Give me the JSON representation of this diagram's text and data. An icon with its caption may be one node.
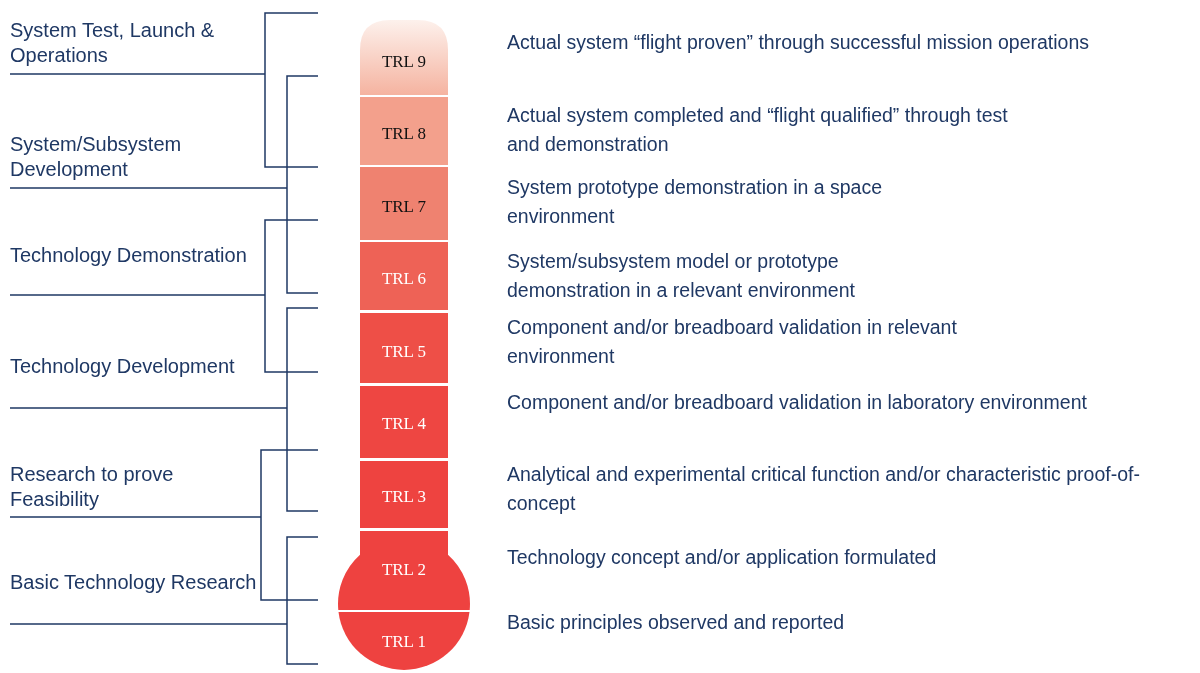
{
  "diagram": {
    "nodes": [
      {
        "text": [
          "TRL 9"
        ],
        "beside": [
          "Actual system “flight proven” through successful mission operations"
        ]
      },
      {
        "text": [
          "TRL 8"
        ],
        "beside": [
          "Actual system completed and “flight qualified” through test and demonstration"
        ]
      },
      {
        "text": [
          "TRL 7"
        ],
        "beside": [
          "System prototype demonstration in a space environment"
        ]
      },
      {
        "text": [
          "TRL 6"
        ],
        "beside": [
          "System/subsystem model or prototype demonstration in a relevant environment"
        ]
      },
      {
        "text": [
          "TRL 5"
        ],
        "beside": [
          "Component and/or breadboard validation in relevant environment"
        ]
      },
      {
        "text": [
          "TRL 4"
        ],
        "beside": [
          "Component and/or breadboard validation in laboratory environment"
        ]
      },
      {
        "text": [
          "TRL 3"
        ],
        "beside": [
          "Analytical and experimental critical function and/or characteristic proof-of-concept"
        ]
      },
      {
        "text": [
          "TRL 2"
        ],
        "beside": [
          "Technology concept and/or application formulated"
        ]
      },
      {
        "text": [
          "TRL 1"
        ],
        "beside": [
          "Basic principles observed and reported"
        ]
      }
    ],
    "edges": [],
    "labels": [
      "System Test, Launch & Operations",
      "System/Subsystem Development",
      "Technology Demonstration",
      "Technology Development",
      "Research to prove Feasibility",
      "Basic Technology Research"
    ]
  }
}
